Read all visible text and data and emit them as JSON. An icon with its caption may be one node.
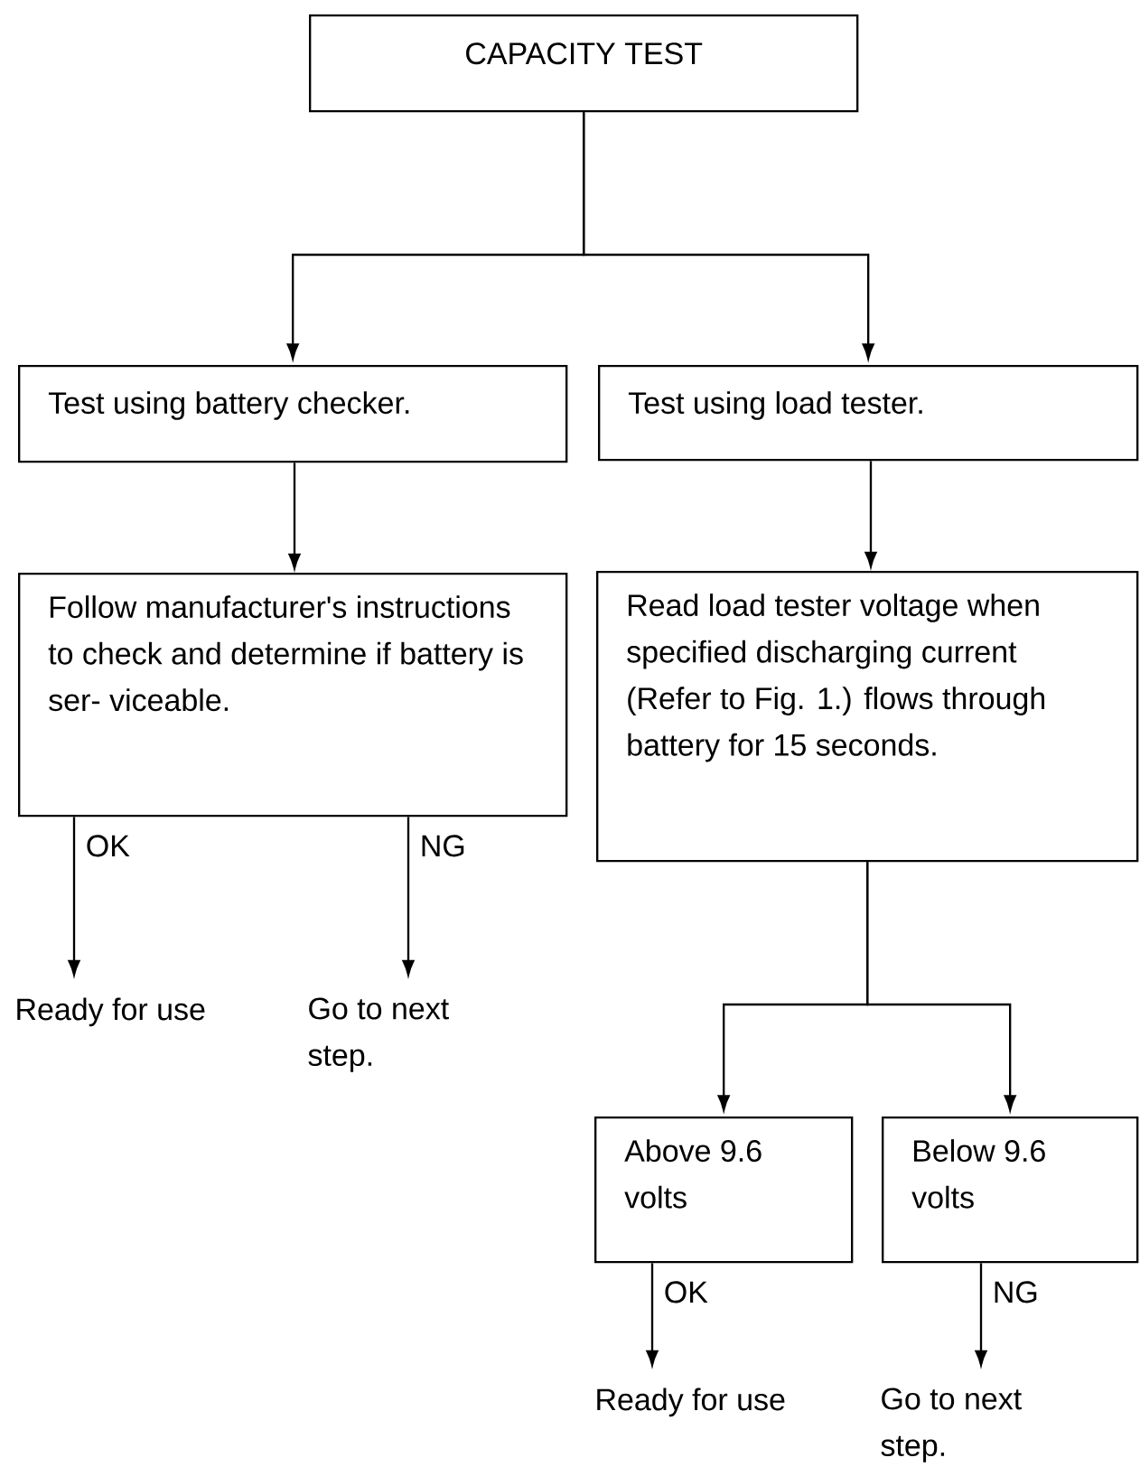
{
  "diagram": {
    "nodes": [
      {
        "text": [
          "CAPACITY TEST"
        ]
      },
      {
        "text": [
          "Test using battery checker."
        ]
      },
      {
        "text": [
          "Test using load tester."
        ]
      },
      {
        "text": [
          "Follow manufacturer's instructions to check and determine if battery is ser- viceable."
        ]
      },
      {
        "text": [
          "Read load tester voltage when specified discharging current (Refer to Fig. 1.) flows through battery for 15 seconds."
        ]
      },
      {
        "text": [
          "Ready for use"
        ]
      },
      {
        "text": [
          "Go to next step."
        ]
      },
      {
        "text": [
          "Above 9.6 volts"
        ]
      },
      {
        "text": [
          "Below 9.6 volts"
        ]
      },
      {
        "text": [
          "Ready for use"
        ]
      },
      {
        "text": [
          "Go to next step."
        ]
      }
    ],
    "edges": [
      {
        "from": 0,
        "to": 1,
        "arrow": "to"
      },
      {
        "from": 0,
        "to": 2,
        "arrow": "to"
      },
      {
        "from": 1,
        "to": 3,
        "arrow": "to"
      },
      {
        "from": 2,
        "to": 4,
        "arrow": "to"
      },
      {
        "from": 3,
        "to": 5,
        "arrow": "to",
        "label": "OK"
      },
      {
        "from": 3,
        "to": 6,
        "arrow": "to",
        "label": "NG"
      },
      {
        "from": 4,
        "to": 7,
        "arrow": "to"
      },
      {
        "from": 4,
        "to": 8,
        "arrow": "to"
      },
      {
        "from": 7,
        "to": 9,
        "arrow": "to",
        "label": "OK"
      },
      {
        "from": 8,
        "to": 10,
        "arrow": "to",
        "label": "NG"
      }
    ]
  }
}
